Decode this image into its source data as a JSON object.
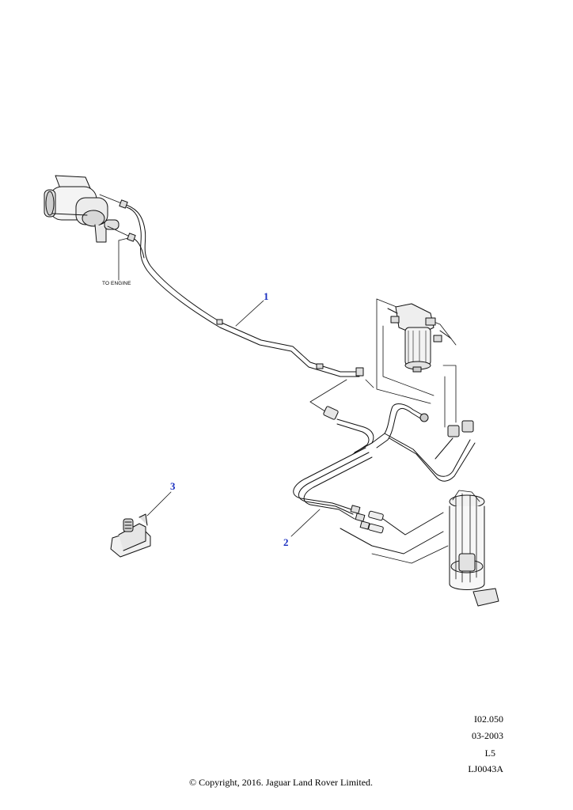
{
  "diagram": {
    "engine_label": "TO ENGINE",
    "callouts": [
      "1",
      "2",
      "3"
    ]
  },
  "meta": {
    "ref_code": "I02.050",
    "date": "03-2003",
    "level": "L5",
    "illustration_id": "LJ0043A"
  },
  "copyright": "© Copyright, 2016. Jaguar Land Rover Limited."
}
